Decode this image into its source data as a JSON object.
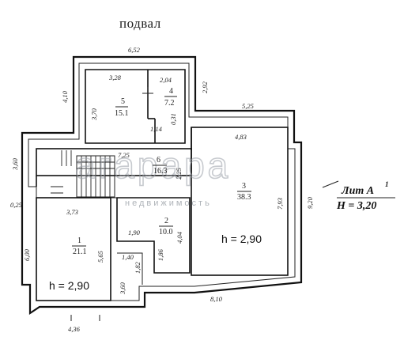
{
  "title": "подвал",
  "lit_label": "Лит А",
  "lit_sup": "1",
  "height_total": "H = 3,20",
  "watermark": "агарара",
  "watermark_sub": "недвижимость",
  "rooms": [
    {
      "id": "1",
      "area": "21.1",
      "height": "h = 2,90"
    },
    {
      "id": "2",
      "area": "10.0"
    },
    {
      "id": "3",
      "area": "38.3",
      "height": "h = 2,90"
    },
    {
      "id": "4",
      "area": "7.2"
    },
    {
      "id": "5",
      "area": "15.1"
    },
    {
      "id": "6",
      "area": "16.3"
    }
  ],
  "dims": {
    "top_652": "6,52",
    "left_410": "4,10",
    "r5_328": "3,28",
    "r4_204": "2,04",
    "right_292": "2,92",
    "r5_370": "3,70",
    "r4_031": "0,31",
    "r4_114": "1,14",
    "r3_525": "5,25",
    "r3_483": "4,83",
    "left_360": "3,60",
    "r6_725": "7,25",
    "r6_225": "2,25",
    "r3_793": "7,93",
    "right_920": "9,20",
    "left_025": "0,25",
    "r1_373": "3,73",
    "r2_190": "1,90",
    "r2_404": "4,04",
    "left_600": "6,00",
    "r1_565": "5,65",
    "r2_140": "1,40",
    "r2_186": "1,86",
    "r2_182": "1,82",
    "r1_360": "3,60",
    "bottom_810": "8,10",
    "bottom_436": "4,36"
  }
}
